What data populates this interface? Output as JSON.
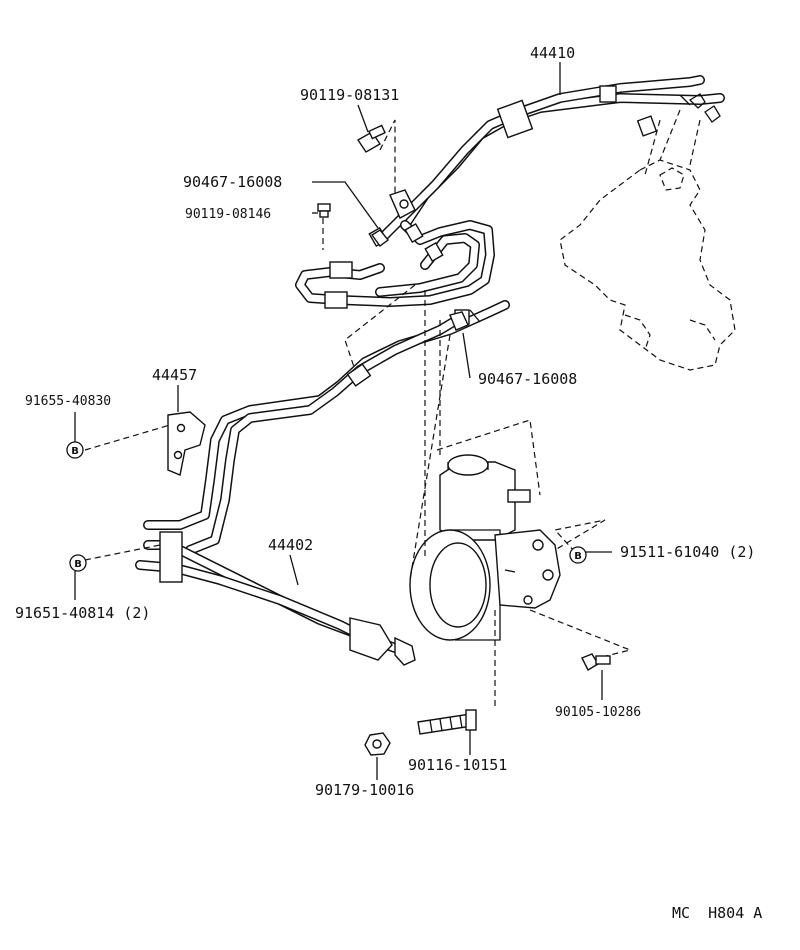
{
  "labels": {
    "p44410": "44410",
    "p90119_08131": "90119-08131",
    "p90467_16008_top": "90467-16008",
    "p90119_08146": "90119-08146",
    "p90467_16008_mid": "90467-16008",
    "p44457": "44457",
    "p91655_40830": "91655-40830",
    "p44402": "44402",
    "p91651_40814": "91651-40814 (2)",
    "p91511_61040": "91511-61040 (2)",
    "p90105_10286": "90105-10286",
    "p90116_10151": "90116-10151",
    "p90179_10016": "90179-10016"
  },
  "markers": {
    "bolt_symbol": "B"
  },
  "footer": {
    "code": "MC  H804 A"
  }
}
